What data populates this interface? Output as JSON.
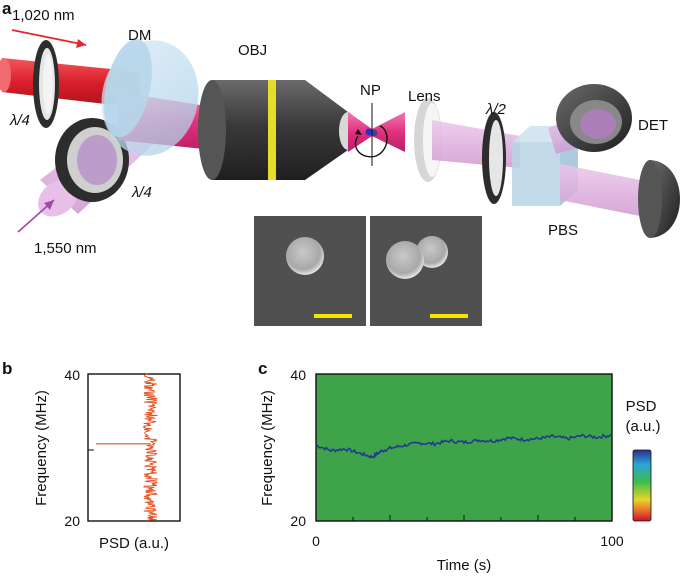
{
  "figure": {
    "panel_a": "a",
    "panel_b": "b",
    "panel_c": "c",
    "labels": {
      "laser_1020": "1,020 nm",
      "laser_1550": "1,550 nm",
      "dm": "DM",
      "obj": "OBJ",
      "np": "NP",
      "lens": "Lens",
      "qwp1": "λ/4",
      "qwp2": "λ/4",
      "hwp": "λ/2",
      "det": "DET",
      "pbs": "PBS"
    },
    "colors": {
      "red_beam": "#e0282e",
      "pink_beam": "#e4398a",
      "violet_beam": "#d9a8d9",
      "objective_body": "#3e3e3e",
      "objective_band": "#e6dc2a",
      "sem_background": "#4a4a4a",
      "scale_bar": "#f2e600",
      "psd_trace": "#e2501e",
      "spectrogram_bg": "#3fa34a",
      "tracking_line": "#1f3c8c"
    }
  },
  "chart_data": [
    {
      "type": "line",
      "panel": "b",
      "xlabel": "PSD (a.u.)",
      "ylabel": "Frequency (MHz)",
      "ylim": [
        20,
        40
      ],
      "yticks": [
        20,
        40
      ],
      "series": [
        {
          "values_note_free": true,
          "peak_frequency": 30.5,
          "peak_relative_intensity": 0.0,
          "baseline_relative_intensity": 0.68
        }
      ]
    },
    {
      "type": "heatmap",
      "panel": "c",
      "xlabel": "Time (s)",
      "ylabel": "Frequency (MHz)",
      "xlim": [
        0,
        100
      ],
      "ylim": [
        20,
        40
      ],
      "xticks": [
        0,
        100
      ],
      "yticks": [
        20,
        40
      ],
      "colorbar": {
        "title_line1": "PSD",
        "title_line2": "(a.u.)"
      },
      "x": [
        0,
        5,
        10,
        15,
        19,
        22,
        25,
        30,
        35,
        40,
        45,
        50,
        55,
        60,
        65,
        70,
        75,
        80,
        85,
        90,
        95,
        100
      ],
      "y": [
        30.3,
        29.6,
        29.8,
        29.2,
        28.7,
        29.5,
        29.9,
        30.3,
        30.6,
        30.5,
        30.9,
        30.7,
        31.0,
        30.9,
        31.3,
        31.1,
        31.2,
        31.5,
        31.2,
        31.6,
        31.4,
        31.7
      ]
    }
  ]
}
